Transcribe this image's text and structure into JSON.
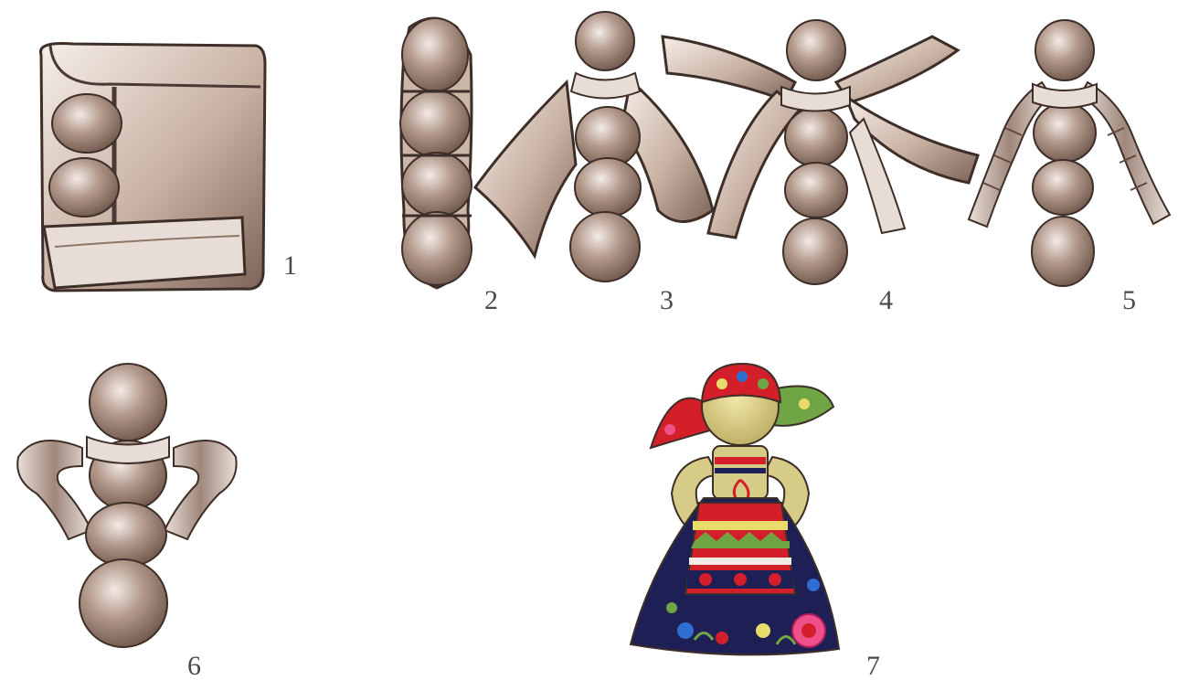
{
  "figure": {
    "steps": [
      {
        "id": "step-1",
        "label": "1"
      },
      {
        "id": "step-2",
        "label": "2"
      },
      {
        "id": "step-3",
        "label": "3"
      },
      {
        "id": "step-4",
        "label": "4"
      },
      {
        "id": "step-5",
        "label": "5"
      },
      {
        "id": "step-6",
        "label": "6"
      },
      {
        "id": "step-7",
        "label": "7"
      }
    ]
  },
  "colors": {
    "fabric_light": "#f3ebe6",
    "fabric_mid": "#b39a8d",
    "fabric_dark": "#6d5549",
    "outline": "#3e2e28",
    "doll_skirt": "#1e1f55",
    "doll_red": "#d21f2a",
    "doll_green": "#6fa545",
    "doll_yellow": "#e8dc6a",
    "doll_pink": "#f0508a",
    "doll_blue": "#2e6fd1",
    "doll_body": "#d6cc87"
  }
}
